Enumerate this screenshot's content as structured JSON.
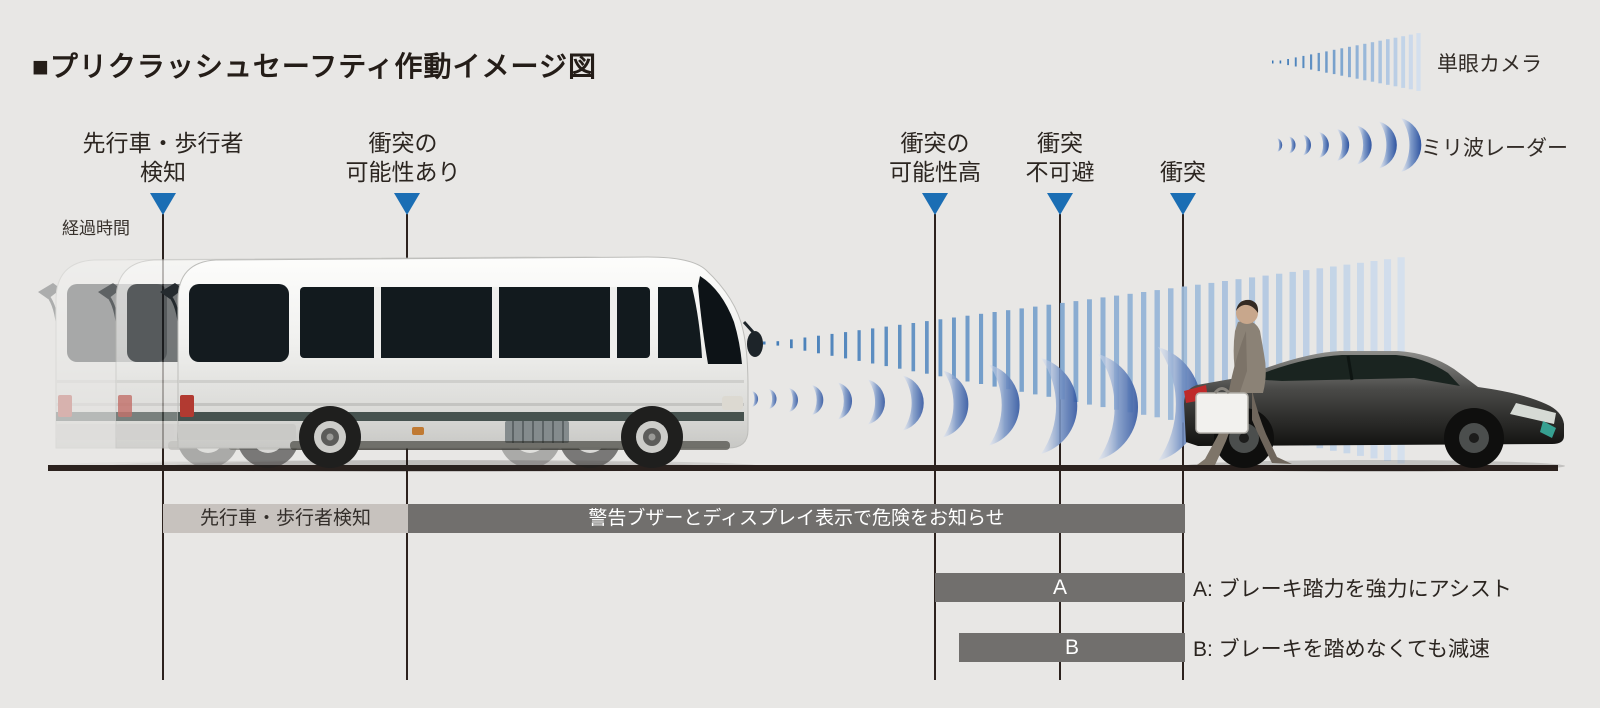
{
  "title": "■プリクラッシュセーフティ作動イメージ図",
  "legend": {
    "camera": {
      "label": "単眼カメラ"
    },
    "radar": {
      "label": "ミリ波レーダー"
    }
  },
  "timeline": {
    "elapsed_time_label": "経過時間",
    "events": [
      {
        "line1": "先行車・歩行者",
        "line2": "検知"
      },
      {
        "line1": "衝突の",
        "line2": "可能性あり"
      },
      {
        "line1": "衝突の",
        "line2": "可能性高"
      },
      {
        "line1": "衝突",
        "line2": "不可避"
      },
      {
        "line1": "衝突",
        "line2": ""
      }
    ]
  },
  "bands": {
    "detection_label": "先行車・歩行者検知",
    "warning_label": "警告ブザーとディスプレイ表示で危険をお知らせ",
    "brake_assist_label": "A",
    "auto_brake_label": "B"
  },
  "notes": {
    "a": "A: ブレーキ踏力を強力にアシスト",
    "b": "B: ブレーキを踏めなくても減速"
  },
  "colors": {
    "background": "#e8e7e5",
    "ink": "#241d18",
    "accent_blue": "#1b6eb4",
    "line_dark": "#2c221e",
    "bar_dark": "#716f6d",
    "bar_dark_text": "#ffffff",
    "bar_light": "#c7c2be",
    "bar_light_text": "#332e2a",
    "beam_blue_dark": "#3674b4",
    "beam_blue_light": "#d3dfee",
    "radar_blue": "#2f54a0"
  }
}
